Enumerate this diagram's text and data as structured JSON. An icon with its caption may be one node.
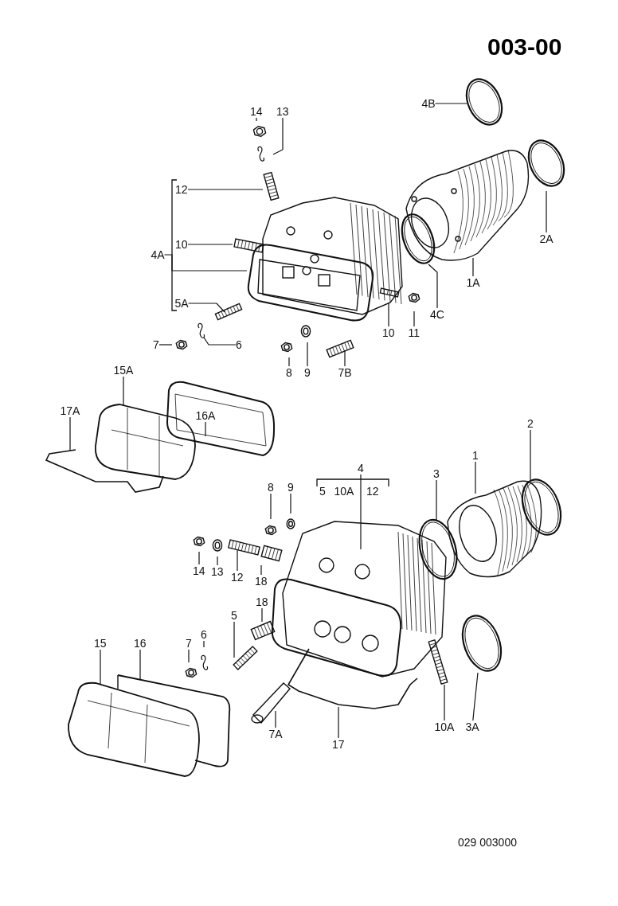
{
  "diagram": {
    "title": "003-00",
    "nodes": [
      {
        "text": [
          "14"
        ]
      },
      {
        "text": [
          "13"
        ]
      },
      {
        "text": [
          "4B"
        ]
      },
      {
        "text": [
          "12"
        ]
      },
      {
        "text": [
          "4A"
        ]
      },
      {
        "text": [
          "10"
        ]
      },
      {
        "text": [
          "5A"
        ]
      },
      {
        "text": [
          "2A"
        ]
      },
      {
        "text": [
          "10"
        ]
      },
      {
        "text": [
          "11"
        ]
      },
      {
        "text": [
          "4C"
        ]
      },
      {
        "text": [
          "1A"
        ]
      },
      {
        "text": [
          "7"
        ]
      },
      {
        "text": [
          "6"
        ]
      },
      {
        "text": [
          "8"
        ]
      },
      {
        "text": [
          "9"
        ]
      },
      {
        "text": [
          "7B"
        ]
      },
      {
        "text": [
          "15A"
        ]
      },
      {
        "text": [
          "16A"
        ]
      },
      {
        "text": [
          "17A"
        ]
      },
      {
        "text": [
          "4"
        ]
      },
      {
        "text": [
          "2"
        ]
      },
      {
        "text": [
          "1"
        ]
      },
      {
        "text": [
          "3"
        ]
      },
      {
        "text": [
          "8"
        ]
      },
      {
        "text": [
          "9"
        ]
      },
      {
        "text": [
          "14"
        ]
      },
      {
        "text": [
          "13"
        ]
      },
      {
        "text": [
          "12"
        ]
      },
      {
        "text": [
          "18"
        ]
      },
      {
        "text": [
          "18"
        ]
      },
      {
        "text": [
          "5"
        ]
      },
      {
        "text": [
          "7"
        ]
      },
      {
        "text": [
          "6"
        ]
      },
      {
        "text": [
          "15"
        ]
      },
      {
        "text": [
          "16"
        ]
      },
      {
        "text": [
          "10A"
        ]
      },
      {
        "text": [
          "3A"
        ]
      },
      {
        "text": [
          "7A"
        ]
      },
      {
        "text": [
          "17"
        ]
      }
    ],
    "edges": [
      {
        "from": 0,
        "to": null,
        "arrow": "none"
      },
      {
        "from": 1,
        "to": null,
        "arrow": "none"
      },
      {
        "from": 2,
        "to": null,
        "arrow": "none"
      },
      {
        "from": 3,
        "to": null,
        "arrow": "none"
      },
      {
        "from": 4,
        "to": null,
        "arrow": "none"
      },
      {
        "from": 5,
        "to": null,
        "arrow": "none"
      },
      {
        "from": 6,
        "to": null,
        "arrow": "none"
      },
      {
        "from": 7,
        "to": null,
        "arrow": "none"
      },
      {
        "from": 8,
        "to": null,
        "arrow": "none"
      },
      {
        "from": 9,
        "to": null,
        "arrow": "none"
      },
      {
        "from": 10,
        "to": null,
        "arrow": "none"
      },
      {
        "from": 11,
        "to": null,
        "arrow": "none"
      },
      {
        "from": 12,
        "to": null,
        "arrow": "none"
      },
      {
        "from": 13,
        "to": null,
        "arrow": "none"
      },
      {
        "from": 14,
        "to": null,
        "arrow": "none"
      },
      {
        "from": 15,
        "to": null,
        "arrow": "none"
      },
      {
        "from": 16,
        "to": null,
        "arrow": "none"
      },
      {
        "from": 17,
        "to": null,
        "arrow": "none"
      },
      {
        "from": 18,
        "to": null,
        "arrow": "none"
      },
      {
        "from": 19,
        "to": null,
        "arrow": "none"
      },
      {
        "from": 20,
        "to": null,
        "arrow": "none"
      },
      {
        "from": 21,
        "to": null,
        "arrow": "none"
      },
      {
        "from": 22,
        "to": null,
        "arrow": "none"
      },
      {
        "from": 23,
        "to": null,
        "arrow": "none"
      },
      {
        "from": 24,
        "to": null,
        "arrow": "none"
      },
      {
        "from": 25,
        "to": null,
        "arrow": "none"
      },
      {
        "from": 26,
        "to": null,
        "arrow": "none"
      },
      {
        "from": 27,
        "to": null,
        "arrow": "none"
      },
      {
        "from": 28,
        "to": null,
        "arrow": "none"
      },
      {
        "from": 29,
        "to": null,
        "arrow": "none"
      },
      {
        "from": 30,
        "to": null,
        "arrow": "none"
      },
      {
        "from": 31,
        "to": null,
        "arrow": "none"
      },
      {
        "from": 32,
        "to": null,
        "arrow": "none"
      },
      {
        "from": 33,
        "to": null,
        "arrow": "none"
      },
      {
        "from": 34,
        "to": null,
        "arrow": "none"
      },
      {
        "from": 35,
        "to": null,
        "arrow": "none"
      },
      {
        "from": 36,
        "to": null,
        "arrow": "none"
      },
      {
        "from": 37,
        "to": null,
        "arrow": "none"
      },
      {
        "from": 38,
        "to": null,
        "arrow": "none"
      },
      {
        "from": 39,
        "to": null,
        "arrow": "none"
      }
    ],
    "labels": [
      "5",
      "10A",
      "12",
      "029 003000"
    ]
  }
}
